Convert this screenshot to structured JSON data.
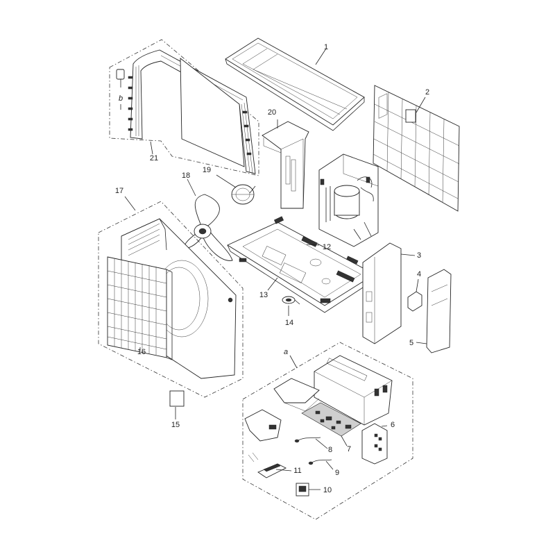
{
  "labels": {
    "p1": "1",
    "p2": "2",
    "p3": "3",
    "p4": "4",
    "p5": "5",
    "p6": "6",
    "p7": "7",
    "p8": "8",
    "p9": "9",
    "p10": "10",
    "p11": "11",
    "p12": "12",
    "p13": "13",
    "p14": "14",
    "p15": "15",
    "p16": "16",
    "p17": "17",
    "p18": "18",
    "p19": "19",
    "p20": "20",
    "p21": "21",
    "a": "a",
    "b": "b"
  },
  "colors": {
    "line": "#222222",
    "background": "#ffffff"
  }
}
